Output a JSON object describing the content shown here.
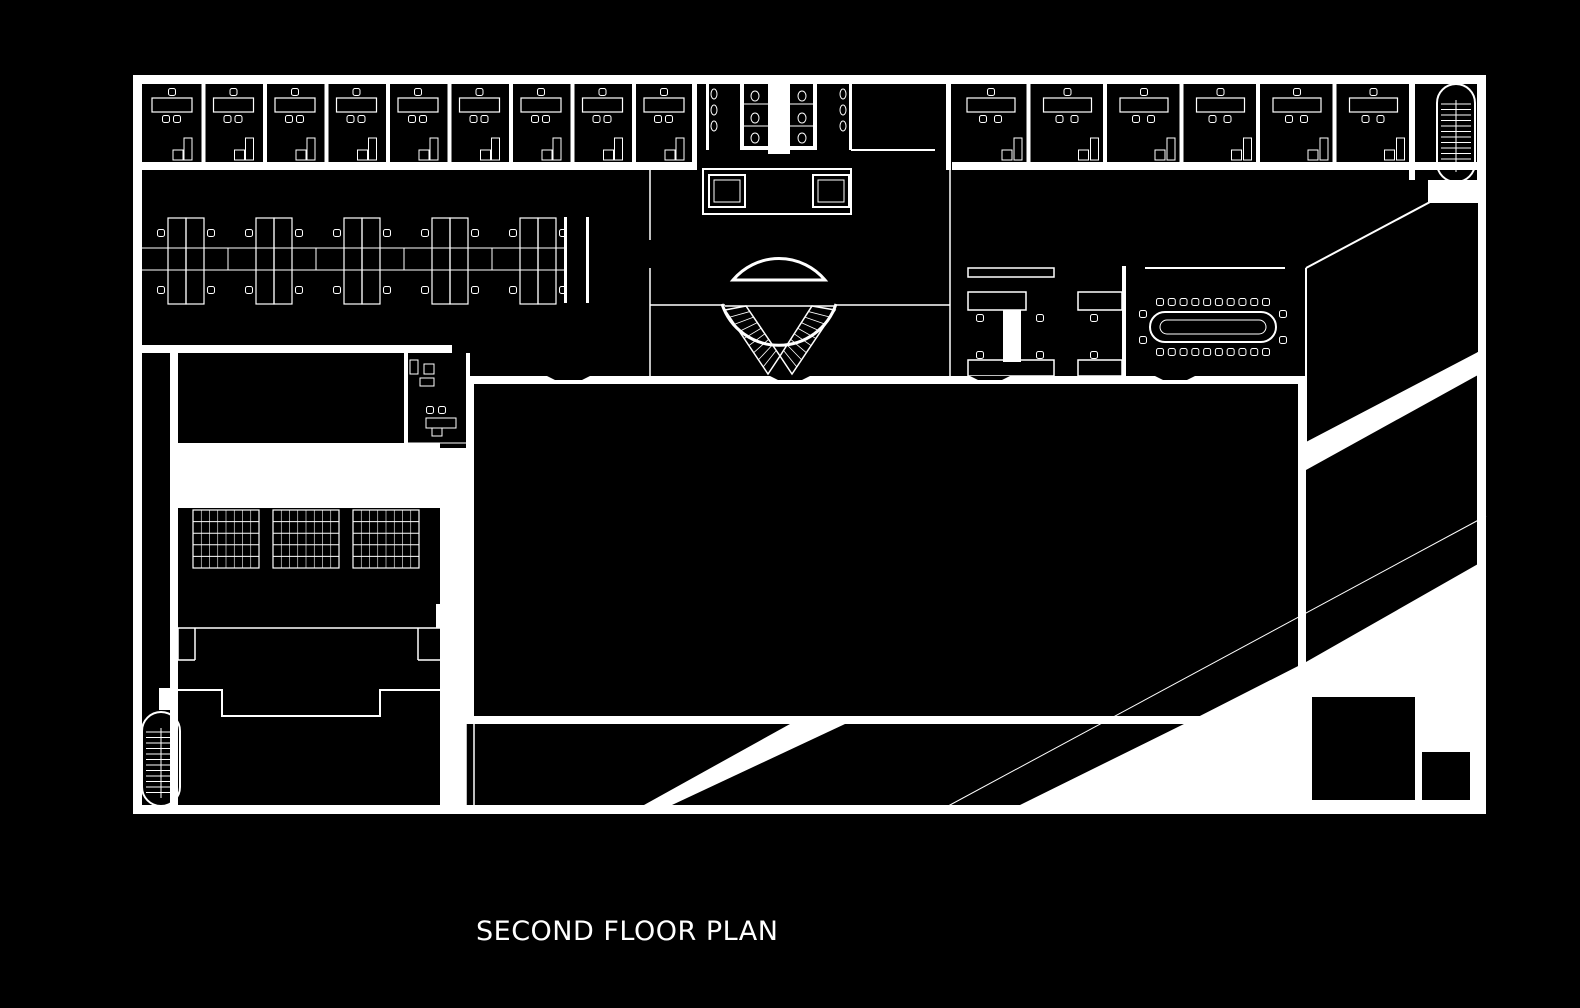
{
  "drawing": {
    "title": "SECOND FLOOR PLAN",
    "background_color": "#000000",
    "line_color": "#ffffff",
    "left_cabin_count": 9,
    "right_cabin_count": 6,
    "workstation_cluster_count": 5,
    "conference_chairs_per_side": 10,
    "shelf_unit_count": 3
  }
}
